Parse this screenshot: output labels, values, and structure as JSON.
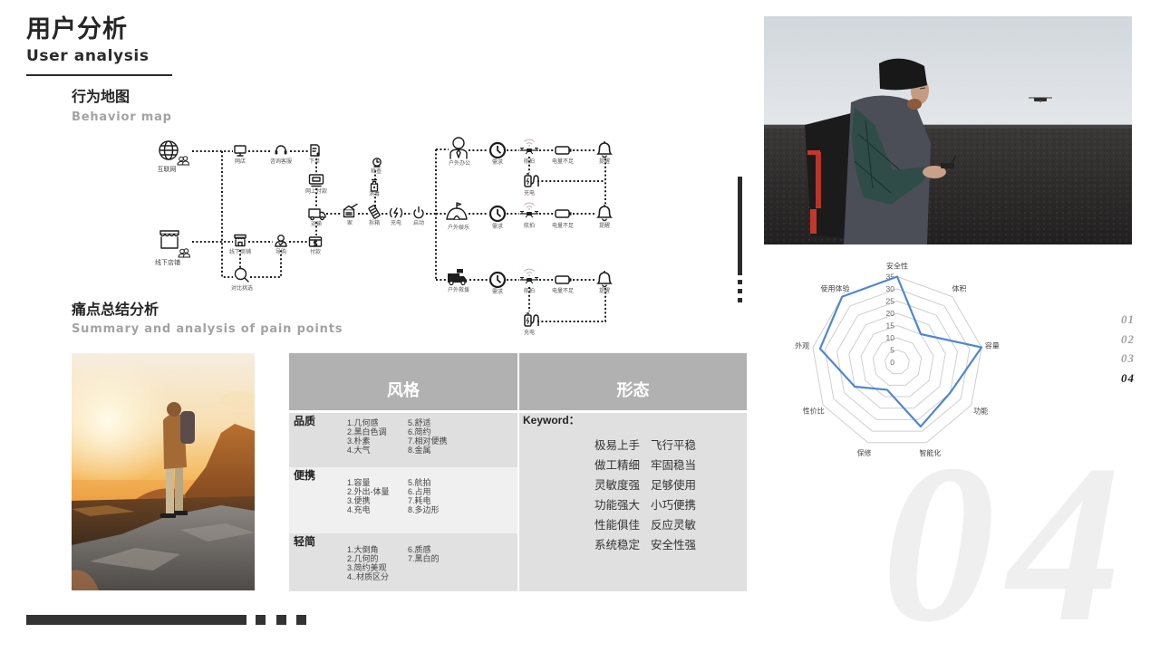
{
  "header": {
    "title_cn": "用户分析",
    "title_en": "User analysis"
  },
  "behavior_map": {
    "title_cn": "行为地图",
    "title_en": "Behavior map",
    "nodes": {
      "internet": "互联网",
      "offline_store": "线下店铺",
      "online_shop": "网店",
      "customer_service": "咨询客服",
      "place_order": "下单",
      "online_payment": "网上付款",
      "shipping": "运输",
      "offline_shop": "线下商铺",
      "shopping_guide": "导购",
      "payment": "付款",
      "compare_select": "对比挑选",
      "home": "家",
      "unbox": "拆箱",
      "inspect": "检查",
      "disinfect": "消毒",
      "charge": "充电",
      "power_on": "启动",
      "outdoor_office": "户外办公",
      "outdoor_leisure": "户外娱乐",
      "outdoor_rescue": "户外救援",
      "demand": "需求",
      "aerial_photo": "航拍",
      "low_battery": "电量不足",
      "reminder": "提醒",
      "recharge": "充电"
    }
  },
  "pain_points": {
    "title_cn": "痛点总结分析",
    "title_en": "Summary and analysis of pain points",
    "table": {
      "headers": [
        "风格",
        "形态"
      ],
      "style_rows": [
        {
          "label": "品质",
          "col1": [
            "1.几何感",
            "2.黑白色调",
            "3.朴素",
            "4.大气"
          ],
          "col2": [
            "5.舒适",
            "6.简约",
            "7.相对便携",
            "8.金属"
          ]
        },
        {
          "label": "便携",
          "col1": [
            "1.容量",
            "2.外出-体量",
            "3.便携",
            "4.充电"
          ],
          "col2": [
            "5.航拍",
            "6.占用",
            "7.耗电",
            "8.多边形"
          ]
        },
        {
          "label": "轻简",
          "col1": [
            "1.大倒角",
            "2.几何的",
            "3.简约美观",
            "4..材质区分"
          ],
          "col2": [
            "6.质感",
            "7.黑白的"
          ]
        }
      ],
      "form": {
        "keyword_label": "Keyword：",
        "keywords": [
          [
            "极易上手",
            "飞行平稳"
          ],
          [
            "做工精细",
            "牢固稳当"
          ],
          [
            "灵敏度强",
            "足够使用"
          ],
          [
            "功能强大",
            "小巧便携"
          ],
          [
            "性能俱佳",
            "反应灵敏"
          ],
          [
            "系统稳定",
            "安全性强"
          ]
        ]
      }
    }
  },
  "pagination": {
    "items": [
      "01",
      "02",
      "03",
      "04"
    ],
    "active_index": 3
  },
  "watermark": {
    "text": "04"
  },
  "colors": {
    "text_dark": "#262626",
    "subtitle_gray": "#a3a3a3",
    "table_header": "#b1b1b1",
    "radar_line": "#4f86d6",
    "radar_grid": "#cfcfcf",
    "watermark": "#efefef"
  },
  "chart_data": {
    "type": "radar",
    "title": "",
    "categories": [
      "安全性",
      "体积",
      "容量",
      "功能",
      "智能化",
      "保修",
      "性价比",
      "外观",
      "使用体验"
    ],
    "values": [
      35,
      15,
      35,
      25,
      28,
      12,
      20,
      32,
      35
    ],
    "series": [
      {
        "name": "",
        "values": [
          35,
          15,
          35,
          25,
          28,
          12,
          20,
          32,
          35
        ]
      }
    ],
    "rlim": [
      0,
      35
    ],
    "ticks": [
      0,
      5,
      10,
      15,
      20,
      25,
      30,
      35
    ],
    "grid": true,
    "legend": "none"
  }
}
